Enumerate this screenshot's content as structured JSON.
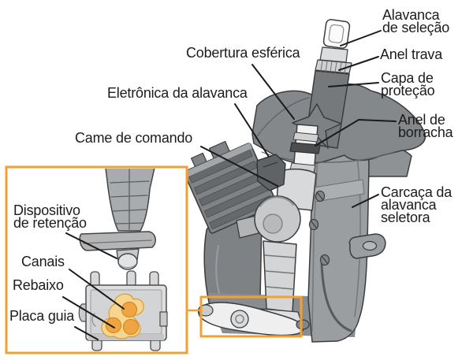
{
  "labels": {
    "alavanca_de_selecao": {
      "line1": "Alavanca",
      "line2": "de seleção"
    },
    "anel_trava": {
      "line1": "Anel trava"
    },
    "capa_de_protecao": {
      "line1": "Capa de",
      "line2": "proteção"
    },
    "anel_de_borracha": {
      "line1": "Anel de",
      "line2": "borracha"
    },
    "cobertura_esferica": {
      "line1": "Cobertura esférica"
    },
    "eletronica_da_alavanca": {
      "line1": "Eletrônica da alavanca"
    },
    "came_de_comando": {
      "line1": "Came de comando"
    },
    "carcaca_da_alavanca_seletora": {
      "line1": "Carcaça da",
      "line2": "alavanca",
      "line3": "seletora"
    },
    "dispositivo_de_retencao": {
      "line1": "Dispositivo",
      "line2": "de retenção"
    },
    "canais": {
      "line1": "Canais"
    },
    "rebaixo": {
      "line1": "Rebaixo"
    },
    "placa_guia": {
      "line1": "Placa guia"
    }
  },
  "colors": {
    "background": "#FFFFFF",
    "label_text": "#1C1C1C",
    "leader_line": "#1A1A1A",
    "highlight_orange": "#F2A032",
    "channel_fill": "#F7D58F",
    "channel_circle": "#F0A542",
    "part_dark_gray": "#85888B",
    "part_mid_gray": "#9B9EA1",
    "part_light_gray": "#C9CBCD",
    "part_white": "#F2F2F3"
  }
}
